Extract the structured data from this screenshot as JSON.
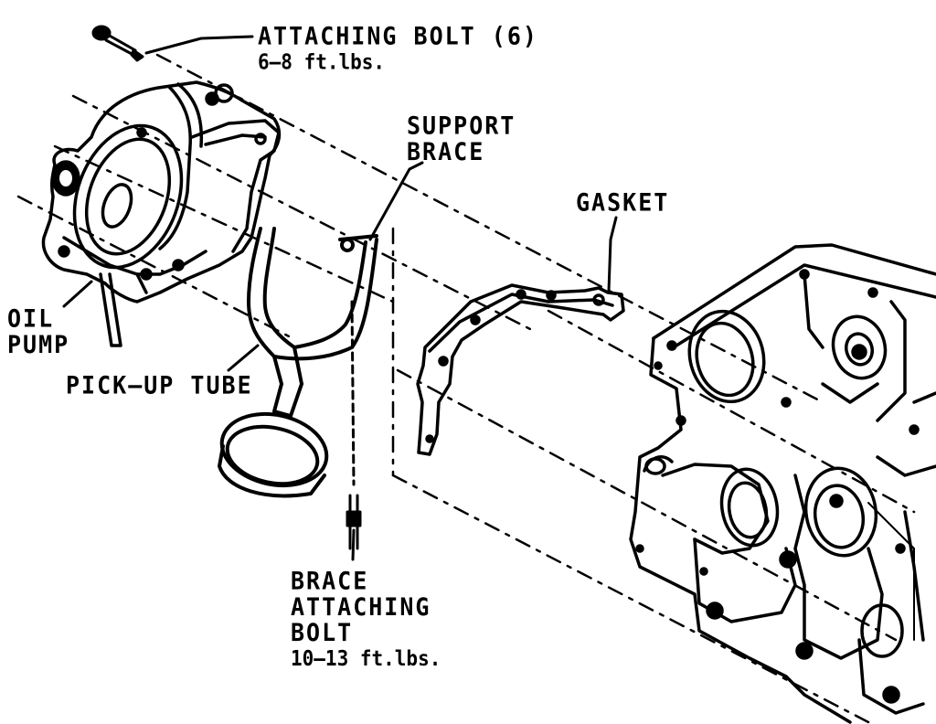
{
  "labels": {
    "attaching_bolt": {
      "line1": "ATTACHING BOLT (6)",
      "line2": "6–8 ft.lbs."
    },
    "support_brace": {
      "line1": "SUPPORT",
      "line2": "BRACE"
    },
    "gasket": "GASKET",
    "oil_pump": {
      "line1": "OIL",
      "line2": "PUMP"
    },
    "pick_up_tube": "PICK–UP TUBE",
    "brace_attaching_bolt": {
      "line1": "BRACE",
      "line2": "ATTACHING",
      "line3": "BOLT",
      "line4": "10–13 ft.lbs."
    }
  }
}
